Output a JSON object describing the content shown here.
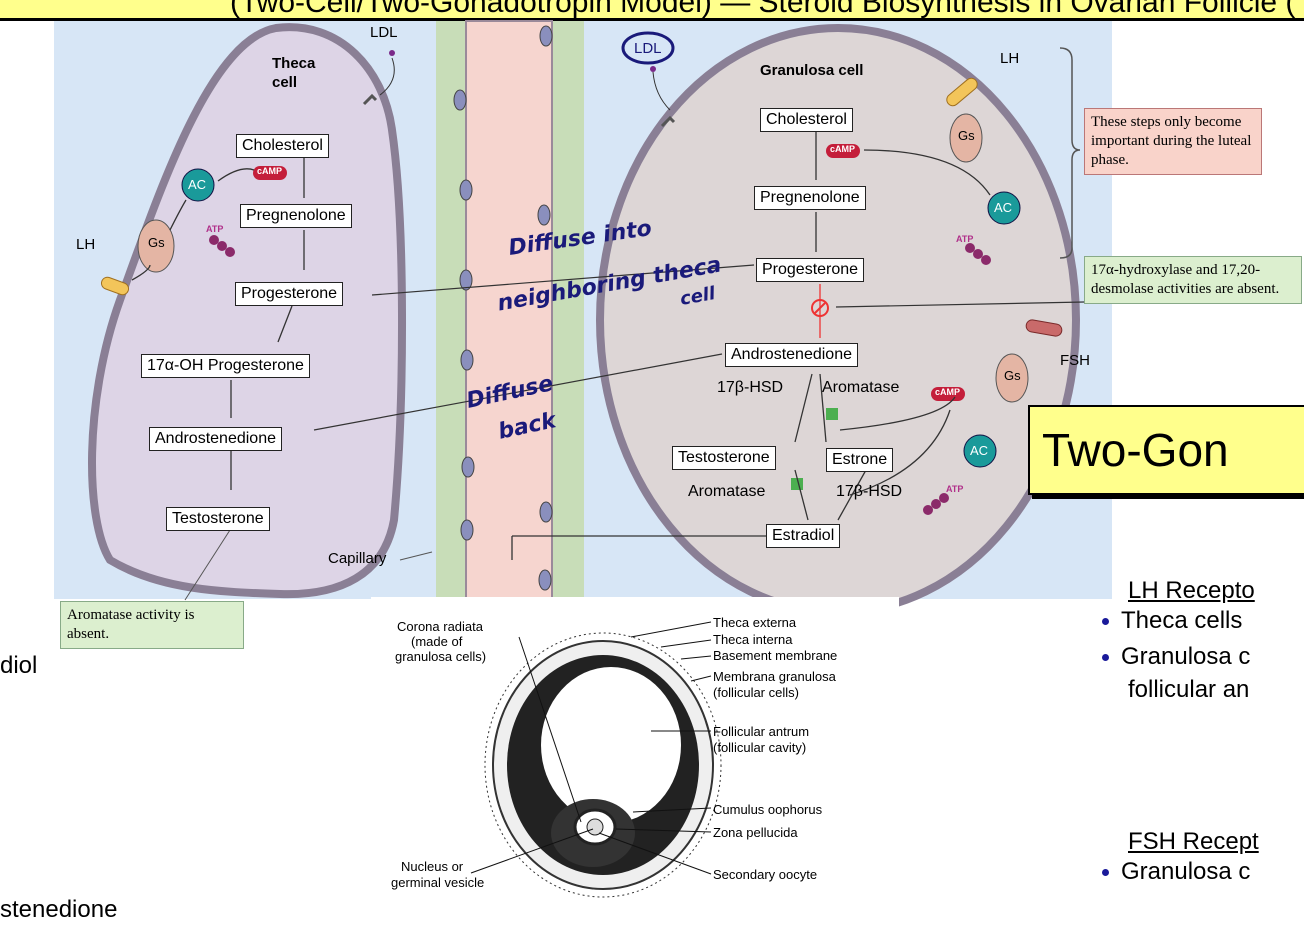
{
  "slide": {
    "top_banner": "(Two-Cell/Two-Gonadotropin Model) — Steroid Biosynthesis in Ovarian Follicle (",
    "title_box": "Two-Gon",
    "left_cut_text_1": "diol",
    "left_cut_text_2": "stenedione",
    "lh_heading": "LH Recepto",
    "lh_items": [
      "Theca cells",
      "Granulosa c",
      "follicular an"
    ],
    "fsh_heading": "FSH Recept",
    "fsh_items": [
      "Granulosa c"
    ]
  },
  "theca": {
    "title": "Theca cell",
    "ldl": "LDL",
    "lh": "LH",
    "gs": "Gs",
    "ac": "AC",
    "camp": "cAMP",
    "atp": "ATP",
    "steps": [
      "Cholesterol",
      "Pregnenolone",
      "Progesterone",
      "17α-OH Progesterone",
      "Androstenedione",
      "Testosterone"
    ],
    "note": "Aromatase activity is absent."
  },
  "capillary_label": "Capillary",
  "granulosa": {
    "title": "Granulosa cell",
    "ldl": "LDL",
    "lh": "LH",
    "fsh": "FSH",
    "gs": "Gs",
    "ac": "AC",
    "camp": "cAMP",
    "atp": "ATP",
    "steps": [
      "Cholesterol",
      "Pregnenolone",
      "Progesterone",
      "Androstenedione",
      "Testosterone",
      "Estrone",
      "Estradiol"
    ],
    "enzymes": {
      "hsd_a": "17β-HSD",
      "arom_a": "Aromatase",
      "arom_b": "Aromatase",
      "hsd_b": "17β-HSD"
    },
    "note_luteal": "These steps only become important during the luteal phase.",
    "note_absent": "17α-hydroxylase and 17,20-desmolase activities are absent."
  },
  "handwriting": {
    "diffuse_into": "Diffuse into",
    "neighboring": "neighboring theca",
    "cell": "cell",
    "diffuse_back_1": "Diffuse",
    "diffuse_back_2": "back"
  },
  "follicle": {
    "labels_left": [
      "Corona radiata",
      "(made of",
      "granulosa cells)",
      "Nucleus or",
      "germinal vesicle"
    ],
    "labels_right": [
      "Theca externa",
      "Theca interna",
      "Basement membrane",
      "Membrana granulosa",
      "(follicular cells)",
      "Follicular antrum",
      "(follicular cavity)",
      "Cumulus oophorus",
      "Zona pellucida",
      "Secondary oocyte"
    ]
  },
  "colors": {
    "banner": "#ffff8c",
    "panel_bg": "#d7e6f6",
    "cell_fill": "#ddd4e6",
    "capillary": "#f6d5cf",
    "camp_badge": "#c41e3a",
    "ac_fill": "#1a9a9a",
    "ink": "#1a1a7a"
  }
}
